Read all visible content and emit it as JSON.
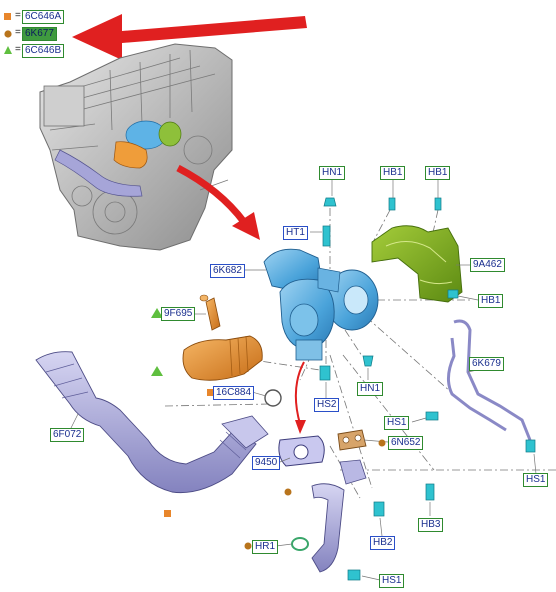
{
  "legend": {
    "items": [
      {
        "code": "6C646A",
        "marker": "square",
        "color": "#e8862b"
      },
      {
        "code": "6K677",
        "marker": "circle",
        "color": "#b8741c",
        "highlighted": true
      },
      {
        "code": "6C646B",
        "marker": "triangle",
        "color": "#5fbf3f"
      }
    ]
  },
  "callouts": {
    "HN1_top": "HN1",
    "HB1_a": "HB1",
    "HB1_b": "HB1",
    "HT1": "HT1",
    "6K682": "6K682",
    "9A462": "9A462",
    "HB1_c": "HB1",
    "9F695": "9F695",
    "6K679": "6K679",
    "16C884": "16C884",
    "HN1_mid": "HN1",
    "HS2": "HS2",
    "HS1_a": "HS1",
    "6F072": "6F072",
    "6N652": "6N652",
    "9450": "9450",
    "HS1_b": "HS1",
    "HB3": "HB3",
    "HB2": "HB2",
    "HR1": "HR1",
    "HS1_c": "HS1"
  },
  "colors": {
    "turbo": "#5bb0e0",
    "intake": "#e8922e",
    "heatshield": "#7aaa1c",
    "pipe": "#a7a6d6",
    "fastener": "#2fc2cf",
    "arrow": "#e02020",
    "engine": "#bfbfbf"
  }
}
